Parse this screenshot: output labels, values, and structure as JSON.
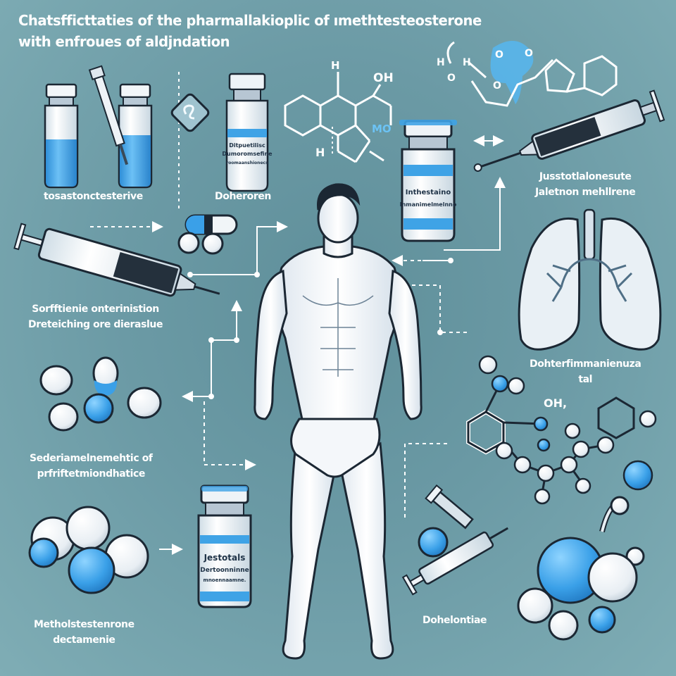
{
  "title": {
    "line1": "Chatsfficttaties of the pharmallakioplic of ımethtesteosterone",
    "line2": "with enfroues of aldjndation"
  },
  "labels": {
    "top_left": "tosastonctesterive",
    "top_mid": "Doheroren",
    "top_right_1": "Jusstotlalonesute",
    "top_right_2": "Jaletnon mehllrene",
    "mid_left_1": "Sorfftienie onterinistion",
    "mid_left_2": "Dreteiching ore dieraslue",
    "mid_right_1": "Dohterfimmanienuza",
    "mid_right_2": "tal",
    "lower_left_1": "Sederiamelnemehtic of",
    "lower_left_2": "prfriftetmiondhatice",
    "bottom_left_1": "Metholstestenrone",
    "bottom_left_2": "dectamenie",
    "bottom_mid": "Dohelontiae"
  },
  "vials": {
    "center_top": {
      "line1": "Ditpuetilisc",
      "line2": "Dumoromsefine",
      "line3": "roomaanshionecs"
    },
    "right_top": {
      "line1": "Inthestaino",
      "line2": "Inmanimelmelnno"
    },
    "bottom": {
      "line1": "Jestotals",
      "line2": "Dertoonninne",
      "line3": "mnoennaamne."
    }
  },
  "chem_labels": {
    "h_top": "H",
    "oh_top": "OH",
    "mo": "MO",
    "h_left": "H",
    "oh_right": "OH,"
  },
  "icons": [
    "syringe-icon",
    "vial-icon",
    "pill-icon",
    "capsule-icon",
    "molecule-icon",
    "lungs-icon",
    "human-figure",
    "arrow-icon",
    "diamond-badge-icon"
  ],
  "colors": {
    "background": "#6b9aa5",
    "accent_blue": "#4aa8e6",
    "outline": "#1b2733",
    "white": "#ffffff"
  }
}
